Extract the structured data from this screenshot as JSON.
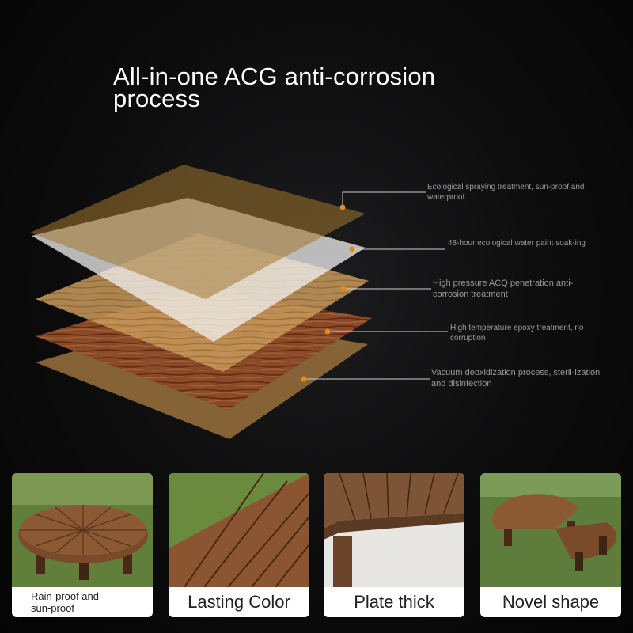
{
  "title_line1": "All-in-one ACG anti-corrosion",
  "title_line2": "process",
  "layers": [
    {
      "label": "Ecological spraying treatment, sun-proof and waterproof."
    },
    {
      "label": "48-hour ecological water paint soak-ing"
    },
    {
      "label": "High pressure ACQ penetration anti-corrosion treatment"
    },
    {
      "label": "High temperature epoxy treatment, no corruption"
    },
    {
      "label": "Vacuum deoxidization process, steril-ization and disinfection"
    }
  ],
  "features": [
    {
      "line1": "Rain-proof and",
      "line2": "sun-proof"
    },
    {
      "caption": "Lasting Color"
    },
    {
      "caption": "Plate thick"
    },
    {
      "caption": "Novel shape"
    }
  ],
  "colors": {
    "accent_dot": "#e08a22",
    "wood": "#8a4a28"
  }
}
